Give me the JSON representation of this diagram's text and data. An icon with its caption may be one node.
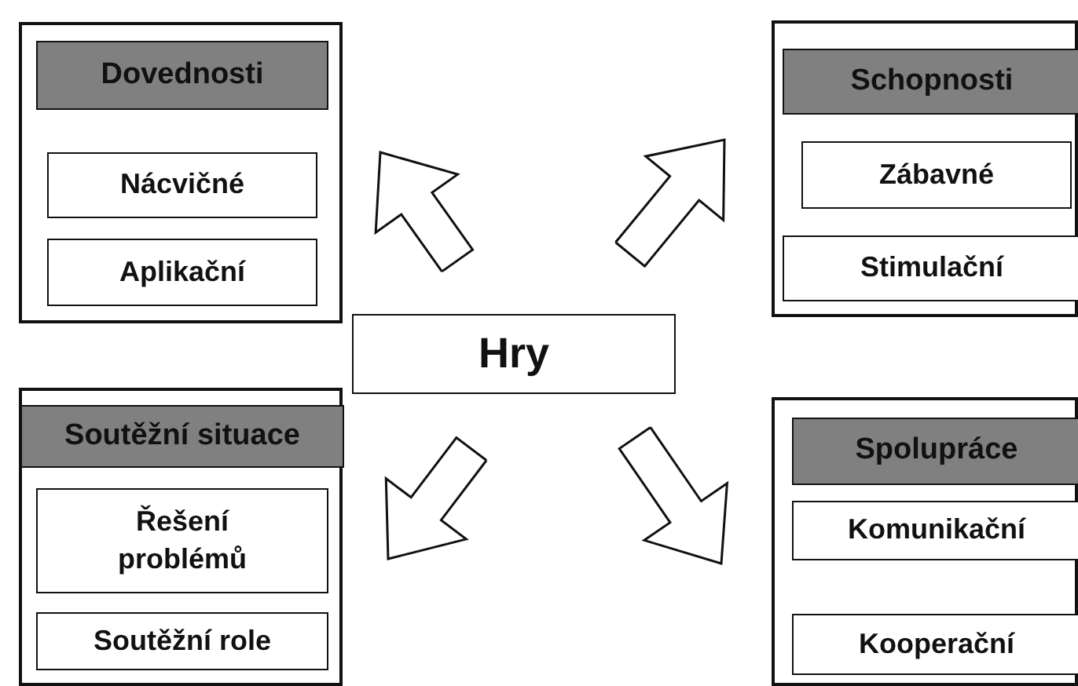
{
  "diagram": {
    "nodes": [
      {
        "text": [],
        "shape": "box"
      },
      {
        "text": [
          "Dovednosti"
        ],
        "in": 0
      },
      {
        "text": [
          "Nácvičné"
        ],
        "in": 0
      },
      {
        "text": [
          "Aplikační"
        ],
        "in": 0
      },
      {
        "text": [],
        "shape": "box"
      },
      {
        "text": [
          "Schopnosti"
        ],
        "in": 4
      },
      {
        "text": [
          "Zábavné"
        ],
        "in": 4
      },
      {
        "text": [
          "Stimulační"
        ],
        "in": 4
      },
      {
        "text": [
          "Hry"
        ]
      },
      {
        "text": [],
        "shape": "box"
      },
      {
        "text": [
          "Soutěžní situace"
        ],
        "in": 9
      },
      {
        "text": [
          "Řešení problémů"
        ],
        "in": 9
      },
      {
        "text": [
          "Soutěžní role"
        ],
        "in": 9
      },
      {
        "text": [],
        "shape": "box"
      },
      {
        "text": [
          "Spolupráce"
        ],
        "in": 13
      },
      {
        "text": [
          "Komunikační"
        ],
        "in": 13
      },
      {
        "text": [
          "Kooperační"
        ],
        "in": 13
      }
    ],
    "edges": [
      {
        "from": 8,
        "to": 0,
        "arrow": "to"
      },
      {
        "from": 8,
        "to": 4,
        "arrow": "to"
      },
      {
        "from": 8,
        "to": 9,
        "arrow": "to"
      },
      {
        "from": 8,
        "to": 13,
        "arrow": "to"
      }
    ]
  }
}
